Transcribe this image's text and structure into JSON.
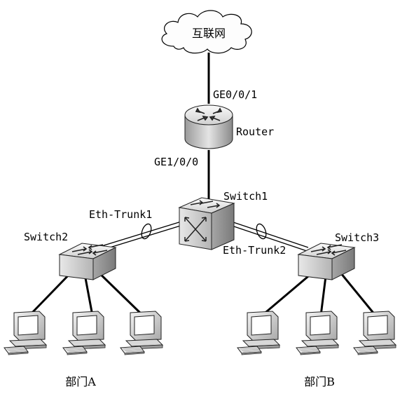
{
  "internet": {
    "label": "互联网"
  },
  "router": {
    "label": "Router",
    "port_up": "GE0/0/1",
    "port_down": "GE1/0/0"
  },
  "switch1": {
    "label": "Switch1"
  },
  "switch2": {
    "label": "Switch2"
  },
  "switch3": {
    "label": "Switch3"
  },
  "trunk1": {
    "label": "Eth-Trunk1"
  },
  "trunk2": {
    "label": "Eth-Trunk2"
  },
  "department_a": {
    "label": "部门A"
  },
  "department_b": {
    "label": "部门B"
  }
}
